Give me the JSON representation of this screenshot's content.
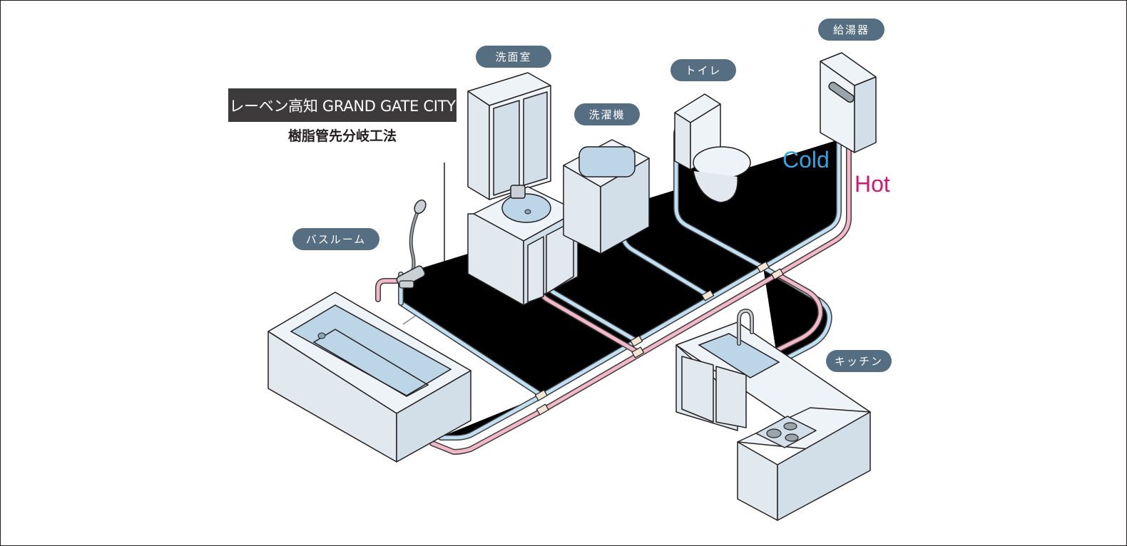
{
  "title": "レーベン高知 GRAND GATE CITY",
  "subtitle": "樹脂管先分岐工法",
  "labels": {
    "bathroom": "バスルーム",
    "washroom": "洗面室",
    "washing_machine": "洗濯機",
    "toilet": "トイレ",
    "water_heater": "給湯器",
    "kitchen": "キッチン"
  },
  "legend": {
    "cold": "Cold",
    "hot": "Hot"
  },
  "colors": {
    "cold_pipe": "#bfe0f2",
    "hot_pipe": "#f3b8c8",
    "pipe_outline": "#3d3a3b",
    "label_bg": "#566e82",
    "cold_text": "#2fa8df",
    "hot_text": "#d4176e",
    "fixture_face": "#eef3f7",
    "water": "#bcd6e8"
  }
}
